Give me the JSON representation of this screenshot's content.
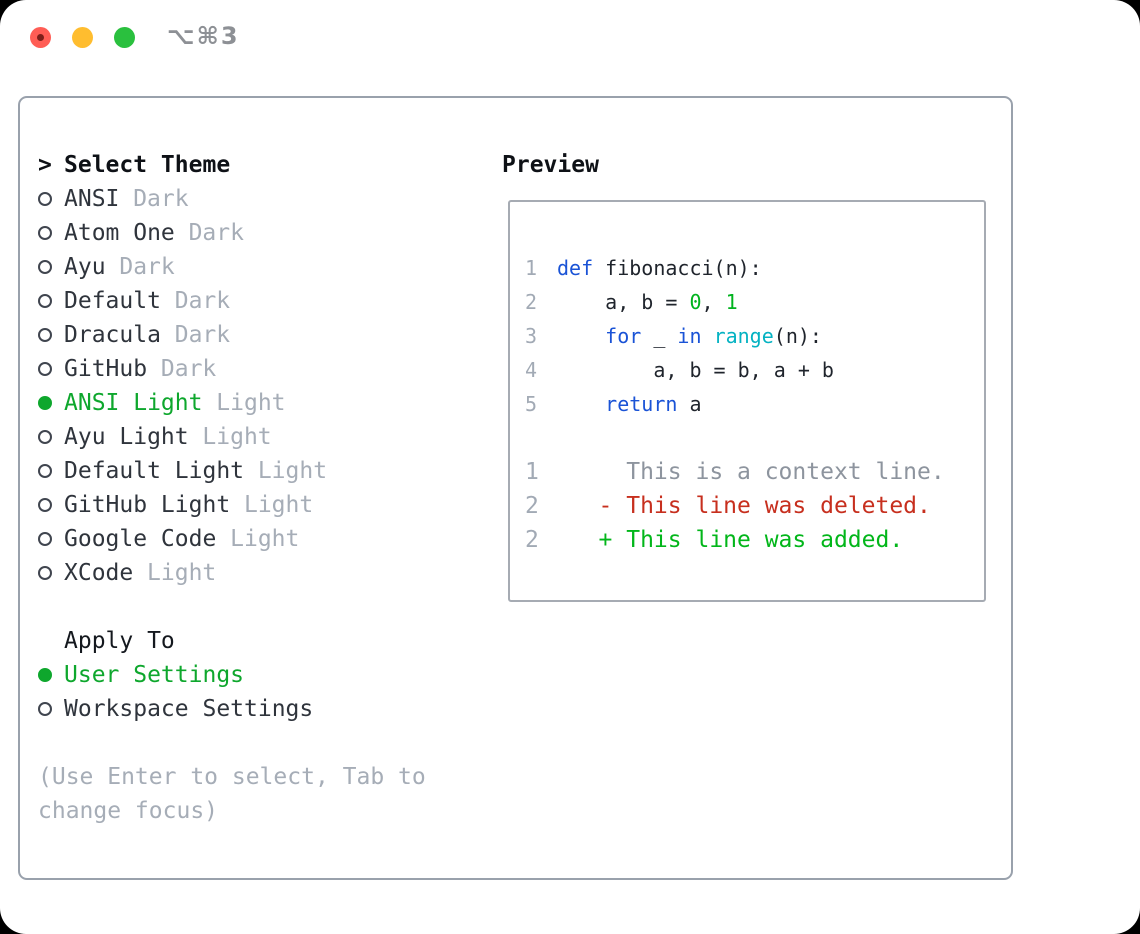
{
  "window": {
    "title": "⌥⌘3",
    "traffic_lights": [
      {
        "name": "close",
        "color": "#ff5d55"
      },
      {
        "name": "minimize",
        "color": "#ffbd2f"
      },
      {
        "name": "zoom",
        "color": "#2ac03e"
      }
    ]
  },
  "left": {
    "prompt": ">",
    "title": "Select Theme",
    "themes": [
      {
        "name": "ANSI",
        "tag": "Dark",
        "selected": false
      },
      {
        "name": "Atom One",
        "tag": "Dark",
        "selected": false
      },
      {
        "name": "Ayu",
        "tag": "Dark",
        "selected": false
      },
      {
        "name": "Default",
        "tag": "Dark",
        "selected": false
      },
      {
        "name": "Dracula",
        "tag": "Dark",
        "selected": false
      },
      {
        "name": "GitHub",
        "tag": "Dark",
        "selected": false
      },
      {
        "name": "ANSI Light",
        "tag": "Light",
        "selected": true
      },
      {
        "name": "Ayu Light",
        "tag": "Light",
        "selected": false
      },
      {
        "name": "Default Light",
        "tag": "Light",
        "selected": false
      },
      {
        "name": "GitHub Light",
        "tag": "Light",
        "selected": false
      },
      {
        "name": "Google Code",
        "tag": "Light",
        "selected": false
      },
      {
        "name": "XCode",
        "tag": "Light",
        "selected": false
      }
    ],
    "apply_title": "Apply To",
    "apply_options": [
      {
        "name": "User Settings",
        "selected": true
      },
      {
        "name": "Workspace Settings",
        "selected": false
      }
    ],
    "help": [
      "(Use Enter to select, Tab to",
      "change focus)"
    ]
  },
  "preview": {
    "title": "Preview",
    "token_colors": {
      "kw": "#1a53d6",
      "fg": "#1f242c",
      "num": "#00b31e",
      "fn": "#04b2c2",
      "ctx": "#8d949e",
      "del": "#c72f1e",
      "add": "#02b61a"
    },
    "code_lines": [
      {
        "num": "1",
        "diff": false,
        "tokens": [
          {
            "t": "def",
            "c": "kw"
          },
          {
            "t": " fibonacci(n):",
            "c": "fg"
          }
        ]
      },
      {
        "num": "2",
        "diff": false,
        "tokens": [
          {
            "t": "    a, b = ",
            "c": "fg"
          },
          {
            "t": "0",
            "c": "num"
          },
          {
            "t": ", ",
            "c": "fg"
          },
          {
            "t": "1",
            "c": "num"
          }
        ]
      },
      {
        "num": "3",
        "diff": false,
        "tokens": [
          {
            "t": "    ",
            "c": "fg"
          },
          {
            "t": "for",
            "c": "kw"
          },
          {
            "t": " _ ",
            "c": "fg"
          },
          {
            "t": "in",
            "c": "kw"
          },
          {
            "t": " ",
            "c": "fg"
          },
          {
            "t": "range",
            "c": "fn"
          },
          {
            "t": "(n):",
            "c": "fg"
          }
        ]
      },
      {
        "num": "4",
        "diff": false,
        "tokens": [
          {
            "t": "        a, b = b, a + b",
            "c": "fg"
          }
        ]
      },
      {
        "num": "5",
        "diff": false,
        "tokens": [
          {
            "t": "    ",
            "c": "fg"
          },
          {
            "t": "return",
            "c": "kw"
          },
          {
            "t": " a",
            "c": "fg"
          }
        ]
      },
      {
        "num": "",
        "diff": false,
        "tokens": []
      },
      {
        "num": "1",
        "diff": true,
        "tokens": [
          {
            "t": "     This is a context line.",
            "c": "ctx"
          }
        ]
      },
      {
        "num": "2",
        "diff": true,
        "tokens": [
          {
            "t": "   - This line was deleted.",
            "c": "del"
          }
        ]
      },
      {
        "num": "2",
        "diff": true,
        "tokens": [
          {
            "t": "   + This line was added.",
            "c": "add"
          }
        ]
      }
    ]
  },
  "colors": {
    "accent_green": "#0ea72d",
    "muted_gray": "#a6adb7",
    "panel_border": "#99a1ac",
    "text_dark": "#2f343c"
  }
}
